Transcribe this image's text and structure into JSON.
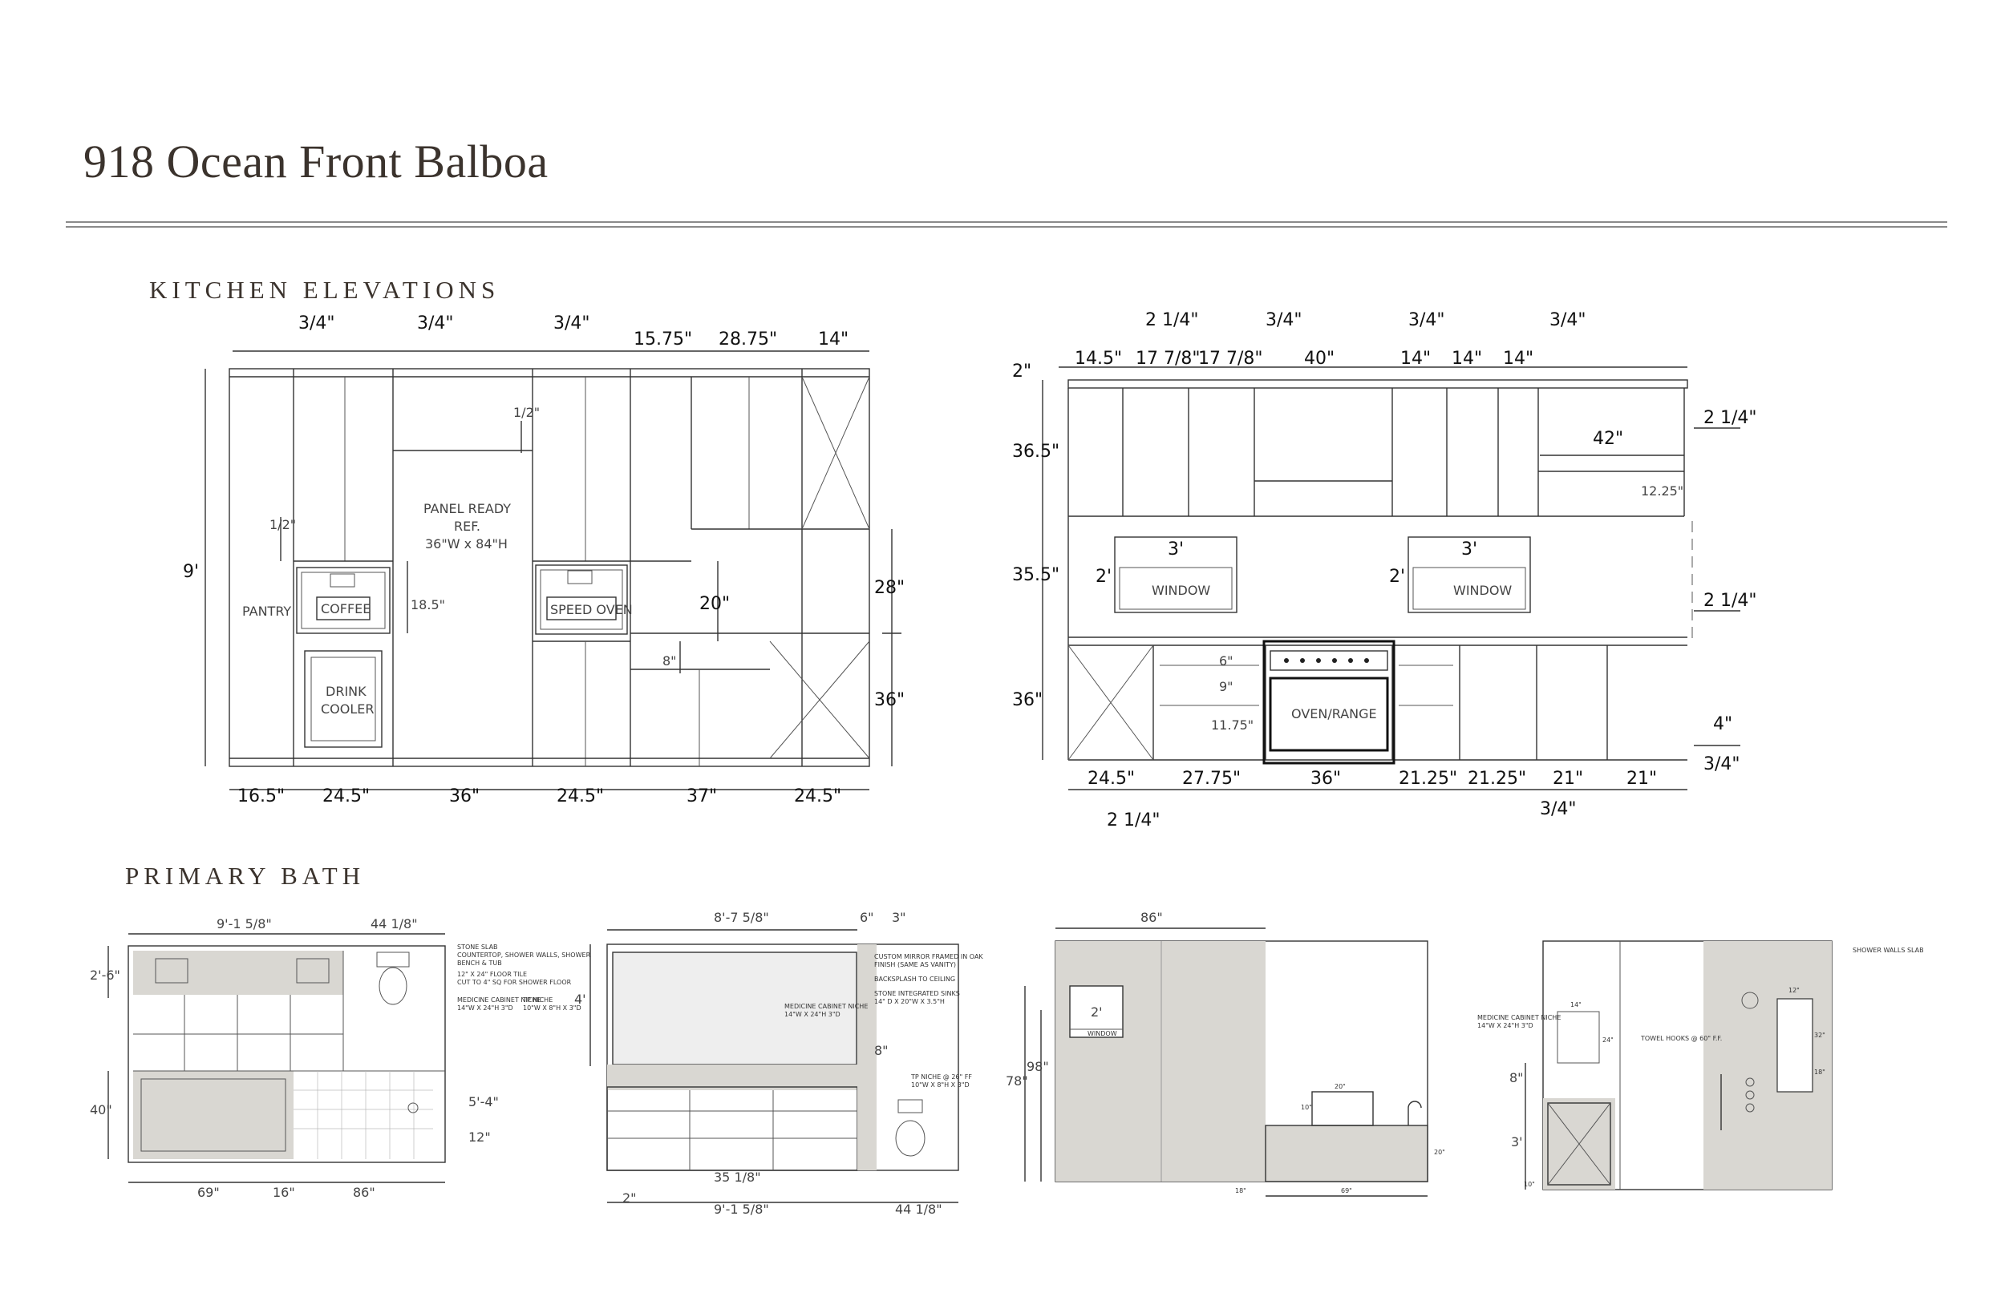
{
  "title": "918 Ocean Front Balboa",
  "sections": {
    "kitchen": "KITCHEN ELEVATIONS",
    "bath": "PRIMARY BATH"
  },
  "kitchen_left": {
    "top_dims": [
      "3/4\"",
      "3/4\"",
      "3/4\"",
      "15.75\"",
      "28.75\"",
      "14\""
    ],
    "bottom_dims": [
      "16.5\"",
      "24.5\"",
      "36\"",
      "24.5\"",
      "37\"",
      "24.5\""
    ],
    "height": "9'",
    "right_dims": [
      "28\"",
      "36\""
    ],
    "inner_dims": [
      "1/2\"",
      "1/2\"",
      "18.5\"",
      "20\"",
      "8\""
    ],
    "labels": {
      "pantry": "PANTRY",
      "coffee": "COFFEE",
      "drink_cooler_1": "DRINK",
      "drink_cooler_2": "COOLER",
      "fridge_1": "PANEL READY",
      "fridge_2": "REF.",
      "fridge_3": "36\"W x 84\"H",
      "speed_oven": "SPEED OVEN"
    }
  },
  "kitchen_right": {
    "top_dims": [
      "2 1/4\"",
      "3/4\"",
      "3/4\"",
      "3/4\"",
      "14.5\"",
      "17 7/8\"",
      "17 7/8\"",
      "40\"",
      "14\"",
      "14\"",
      "14\"",
      "42\""
    ],
    "left_dims": [
      "2\"",
      "36.5\"",
      "35.5\"",
      "36\""
    ],
    "right_dims": [
      "2 1/4\"",
      "2 1/4\"",
      "12.25\"",
      "4\"",
      "3/4\""
    ],
    "bottom_dims": [
      "24.5\"",
      "27.75\"",
      "36\"",
      "21.25\"",
      "21.25\"",
      "21\"",
      "21\"",
      "2 1/4\"",
      "3/4\""
    ],
    "inner_dims": [
      "6\"",
      "9\"",
      "11.75\""
    ],
    "labels": {
      "window": "WINDOW",
      "window_w": "3'",
      "window_h": "2'",
      "oven": "OVEN/RANGE"
    }
  },
  "bath": {
    "plan_dims": [
      "9'-1 5/8\"",
      "44 1/8\"",
      "2'-6\"",
      "40\"",
      "69\"",
      "16\"",
      "86\"",
      "5'-4\"",
      "12\""
    ],
    "plan_notes": [
      "STONE SLAB",
      "COUNTERTOP, SHOWER WALLS, SHOWER",
      "BENCH & TUB",
      "12\" X 24\" FLOOR TILE",
      "CUT TO 4\" SQ FOR SHOWER FLOOR",
      "MEDICINE CABINET NICHE",
      "14\"W X 24\"H 3\"D",
      "TP NICHE",
      "10\"W X 8\"H X 3\"D"
    ],
    "vanity_dims": [
      "8'-7 5/8\"",
      "6\"",
      "3\"",
      "4'",
      "8\"",
      "35 1/8\"",
      "2\"",
      "9'-1 5/8\"",
      "44 1/8\""
    ],
    "vanity_notes": [
      "CUSTOM MIRROR FRAMED IN OAK",
      "FINISH (SAME AS VANITY)",
      "BACKSPLASH TO CEILING",
      "STONE INTEGRATED SINKS",
      "14\" D X 20\"W X 3.5\"H",
      "MEDICINE CABINET NICHE",
      "14\"W X 24\"H 3\"D",
      "TP NICHE @ 26\" FF",
      "10\"W X 8\"H X 3\"D"
    ],
    "tub_dims": [
      "86\"",
      "78\"",
      "98\"",
      "2'",
      "20\"",
      "10\"",
      "18\"",
      "69\"",
      "20\""
    ],
    "tub_labels": {
      "window": "WINDOW"
    },
    "shower_dims": [
      "14\"",
      "24\"",
      "8\"",
      "3'",
      "10\"",
      "12\"",
      "32\"",
      "18\""
    ],
    "shower_notes": [
      "SHOWER WALLS SLAB",
      "MEDICINE CABINET NICHE",
      "14\"W X 24\"H 3\"D",
      "TOWEL HOOKS @ 60\" F.F."
    ]
  }
}
